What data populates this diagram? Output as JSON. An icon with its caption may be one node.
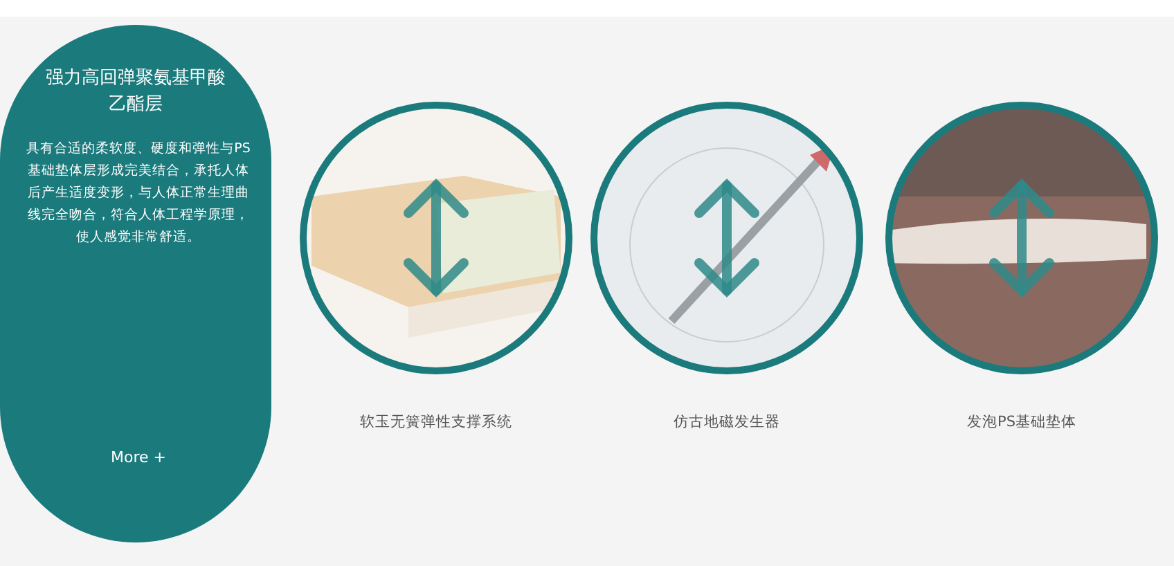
{
  "diagram": {
    "labels": [
      "强力高回弹聚氨基甲酸乙酯层",
      "具有合适的柔软度、硬度和弹性与PS基础垫体层形成完美结合，承托人体后产生适度变形，与人体正常生理曲线完全吻合，符合人体工程学原理，使人感觉非常舒适。",
      "More +",
      "软玉无簧弹性支撑系统",
      "仿古地磁发生器",
      "发泡PS基础垫体"
    ]
  }
}
